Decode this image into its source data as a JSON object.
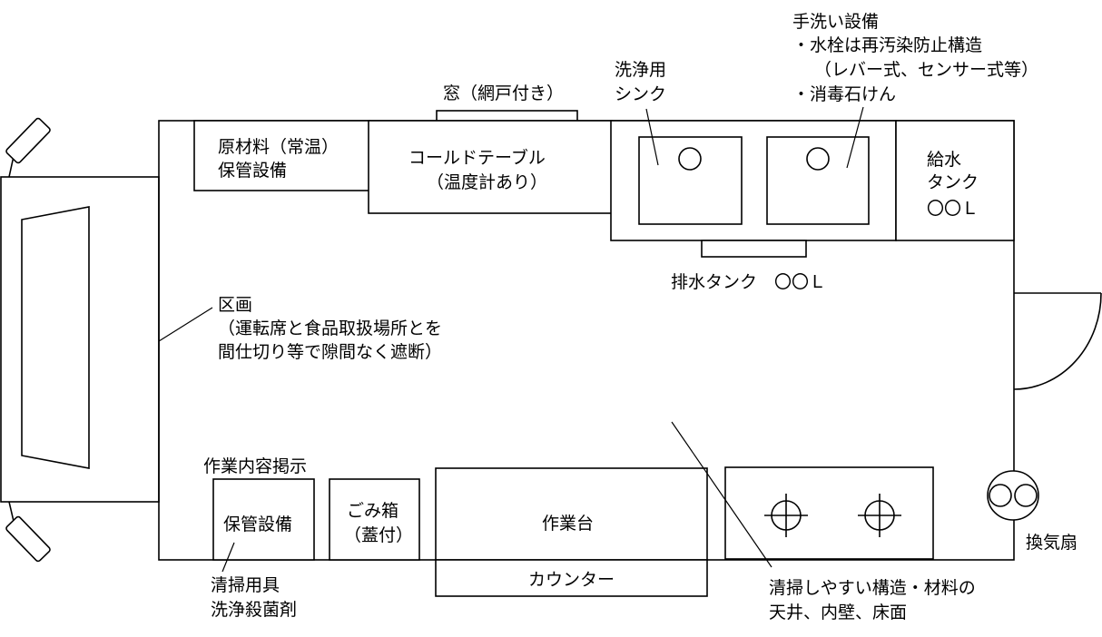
{
  "labels": {
    "handwash_title": "手洗い設備",
    "handwash_note1": "・水栓は再汚染防止構造",
    "handwash_note2": "（レバー式、センサー式等）",
    "handwash_note3": "・消毒石けん",
    "sink_label_1": "洗浄用",
    "sink_label_2": "シンク",
    "window": "窓（網戸付き）",
    "raw_storage_1": "原材料（常温）",
    "raw_storage_2": "保管設備",
    "cold_table_1": "コールドテーブル",
    "cold_table_2": "（温度計あり）",
    "water_tank_1": "給水",
    "water_tank_2": "タンク",
    "water_tank_3": "〇〇Ｌ",
    "drain_tank": "排水タンク　〇〇Ｌ",
    "partition_1": "区画",
    "partition_2": "（運転席と食品取扱場所とを",
    "partition_3": "間仕切り等で隙間なく遮断）",
    "work_notice": "作業内容掲示",
    "storage": "保管設備",
    "trash_1": "ごみ箱",
    "trash_2": "（蓋付）",
    "worktable": "作業台",
    "counter": "カウンター",
    "cleaning_tools_1": "清掃用具",
    "cleaning_tools_2": "洗浄殺菌剤",
    "materials_1": "清掃しやすい構造・材料の",
    "materials_2": "天井、内壁、床面",
    "fan": "換気扇"
  }
}
